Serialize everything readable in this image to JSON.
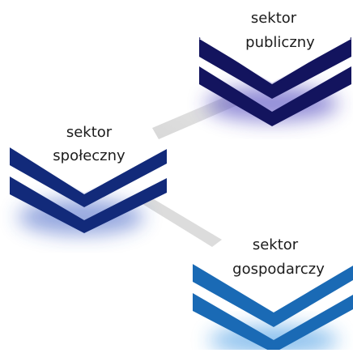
{
  "diagram": {
    "nodes": [
      {
        "id": "publiczny",
        "line1": "sektor",
        "line2": "publiczny",
        "color": "#13145e",
        "glow": "#3a32b8"
      },
      {
        "id": "spoleczny",
        "line1": "sektor",
        "line2": "społeczny",
        "color": "#122a7a",
        "glow": "#2b4fbf"
      },
      {
        "id": "gospodarczy",
        "line1": "sektor",
        "line2": "gospodarczy",
        "color": "#1a6ab5",
        "glow": "#2f8ee0"
      }
    ],
    "connections": [
      {
        "from": "spoleczny",
        "to": "publiczny"
      },
      {
        "from": "spoleczny",
        "to": "gospodarczy"
      }
    ]
  }
}
